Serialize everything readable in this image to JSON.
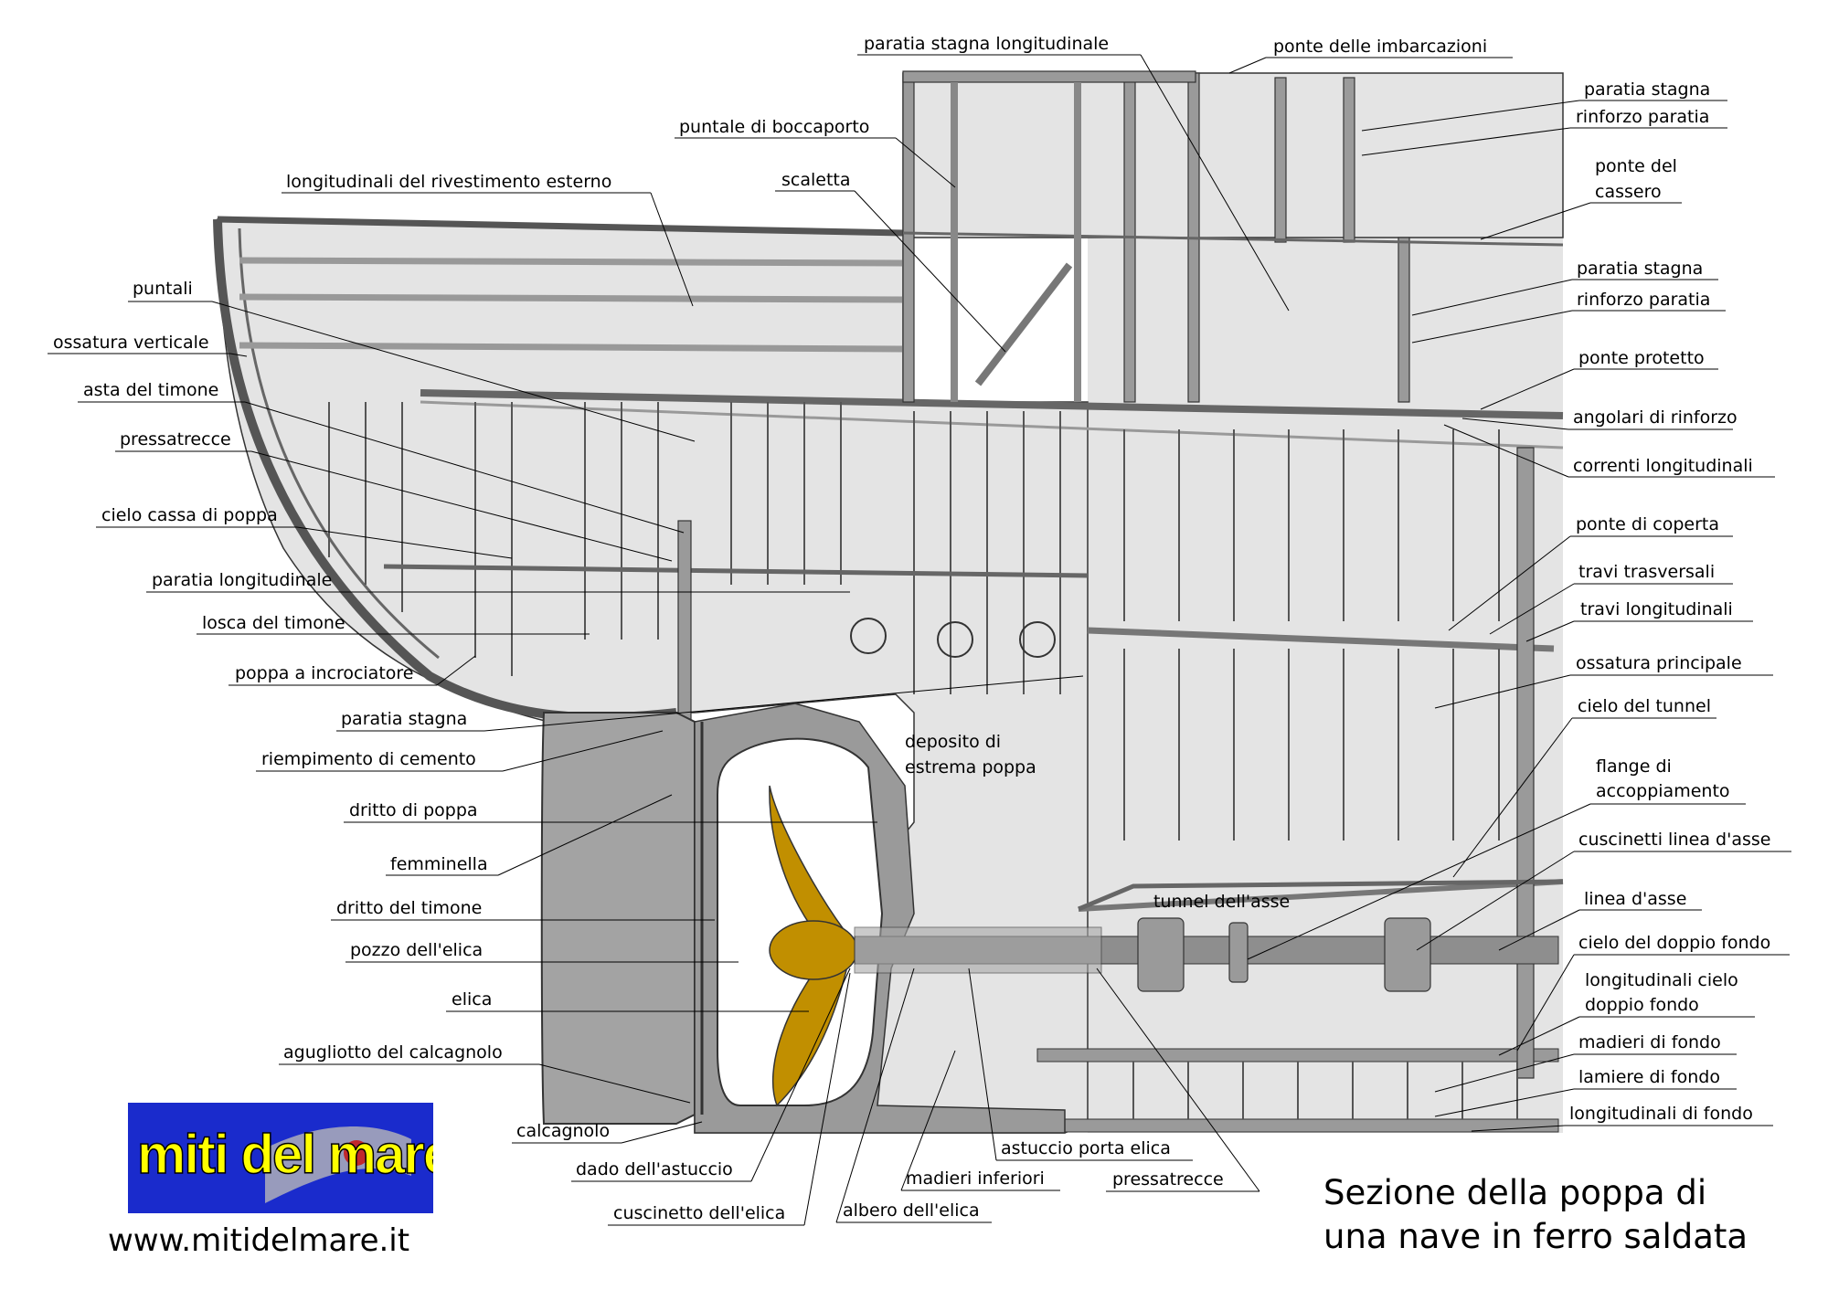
{
  "title": {
    "line1": "Sezione della poppa di",
    "line2": "una nave in ferro saldata"
  },
  "logo": {
    "text": "miti del mare",
    "url": "www.mitidelmare.it"
  },
  "colors": {
    "propeller": "#c18f00",
    "hull": "#e4e4e4",
    "structure": "#9a9a9a",
    "logo_bg": "#1a2bcc",
    "logo_text": "#ffff00"
  },
  "labels": {
    "paratia_stagna_longitudinale": "paratia stagna longitudinale",
    "ponte_delle_imbarcazioni": "ponte delle imbarcazioni",
    "paratia_stagna_1": "paratia stagna",
    "rinforzo_paratia_1": "rinforzo paratia",
    "puntale_di_boccaporto": "puntale di boccaporto",
    "ponte_del_cassero_1": "ponte del",
    "ponte_del_cassero_2": "cassero",
    "longitudinali_rivestimento": "longitudinali del rivestimento esterno",
    "scaletta": "scaletta",
    "paratia_stagna_2": "paratia stagna",
    "rinforzo_paratia_2": "rinforzo paratia",
    "puntali": "puntali",
    "ossatura_verticale": "ossatura verticale",
    "ponte_protetto": "ponte protetto",
    "asta_del_timone": "asta del timone",
    "angolari_di_rinforzo": "angolari di rinforzo",
    "pressatrecce_1": "pressatrecce",
    "correnti_longitudinali": "correnti longitudinali",
    "cielo_cassa_di_poppa": "cielo cassa di poppa",
    "ponte_di_coperta": "ponte di coperta",
    "paratia_longitudinale": "paratia longitudinale",
    "travi_trasversali": "travi trasversali",
    "losca_del_timone": "losca del timone",
    "travi_longitudinali": "travi longitudinali",
    "poppa_a_incrociatore": "poppa a incrociatore",
    "ossatura_principale": "ossatura principale",
    "paratia_stagna_3": "paratia stagna",
    "cielo_del_tunnel": "cielo del tunnel",
    "riempimento_di_cemento": "riempimento di cemento",
    "flange_1": "flange di",
    "flange_2": "accoppiamento",
    "deposito_1": "deposito di",
    "deposito_2": "estrema poppa",
    "dritto_di_poppa": "dritto di poppa",
    "cuscinetti_linea_dasse": "cuscinetti linea d'asse",
    "femminella": "femminella",
    "tunnel_dellasse": "tunnel dell'asse",
    "linea_dasse": "linea d'asse",
    "dritto_del_timone": "dritto del timone",
    "cielo_doppio_fondo": "cielo del doppio fondo",
    "pozzo_dellelica": "pozzo dell'elica",
    "long_cielo_1": "longitudinali cielo",
    "long_cielo_2": "doppio fondo",
    "elica": "elica",
    "madieri_di_fondo": "madieri di fondo",
    "agugliotto": "agugliotto del calcagnolo",
    "lamiere_di_fondo": "lamiere di fondo",
    "longitudinali_di_fondo": "longitudinali di fondo",
    "calcagnolo": "calcagnolo",
    "astuccio_porta_elica": "astuccio porta elica",
    "dado_dellastuccio": "dado dell'astuccio",
    "madieri_inferiori": "madieri inferiori",
    "pressatrecce_2": "pressatrecce",
    "cuscinetto_dellelica": "cuscinetto dell'elica",
    "albero_dellelica": "albero dell'elica"
  }
}
